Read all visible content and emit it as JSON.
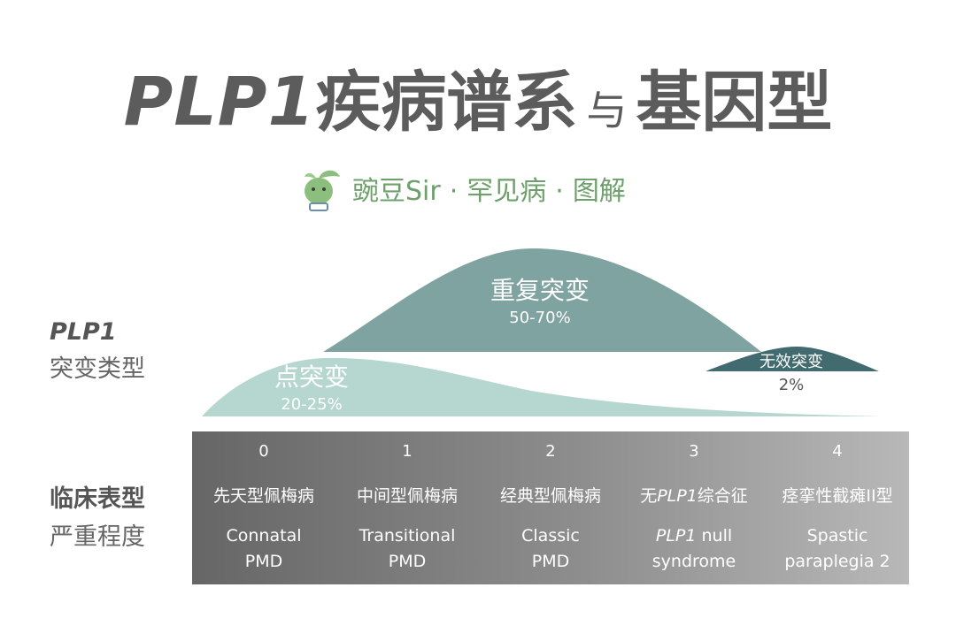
{
  "title": {
    "gene": "PLP1",
    "part1": "疾病谱系",
    "connector": "与",
    "part2": "基因型"
  },
  "brand": {
    "name": "豌豆Sir",
    "sep": "·",
    "tag1": "罕见病",
    "tag2": "图解",
    "icon": "pea-mascot-icon",
    "color": "#6da06b"
  },
  "mutation_label": {
    "gene": "PLP1",
    "text": "突变类型"
  },
  "phenotype_label": {
    "line1": "临床表型",
    "line2": "严重程度"
  },
  "mutations": [
    {
      "name": "重复突变",
      "pct": "50-70%",
      "color": "#7fa3a1"
    },
    {
      "name": "点突变",
      "pct": "20-25%",
      "color": "#b5d7cf"
    },
    {
      "name": "无效突变",
      "pct": "2%",
      "color": "#426b70"
    }
  ],
  "severity": [
    {
      "num": "0",
      "zh": "先天型佩梅病",
      "en1": "Connatal",
      "en2": "PMD"
    },
    {
      "num": "1",
      "zh": "中间型佩梅病",
      "en1": "Transitional",
      "en2": "PMD"
    },
    {
      "num": "2",
      "zh": "经典型佩梅病",
      "en1": "Classic",
      "en2": "PMD"
    },
    {
      "num": "3",
      "zh_pre": "无",
      "zh_gene": "PLP1",
      "zh_post": "综合征",
      "en1_gene": "PLP1",
      "en1_rest": " null",
      "en2": "syndrome"
    },
    {
      "num": "4",
      "zh": "痉挛性截瘫II型",
      "en1": "Spastic",
      "en2": "paraplegia 2"
    }
  ]
}
